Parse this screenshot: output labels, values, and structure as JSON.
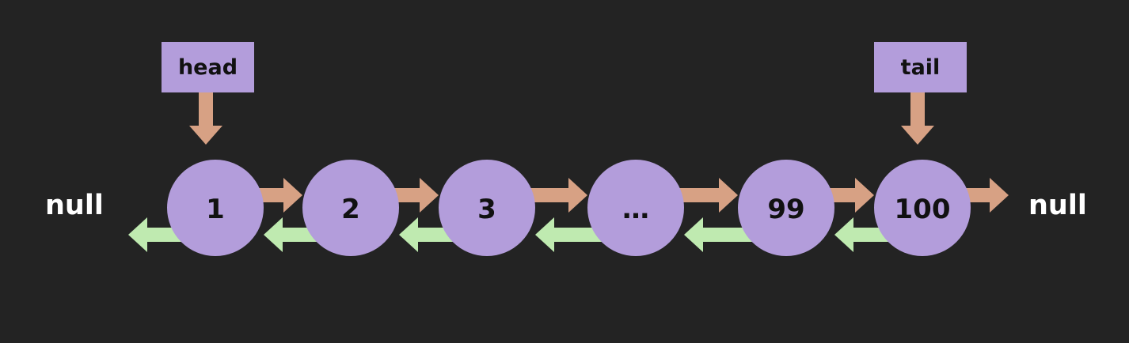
{
  "colors": {
    "background": "#232323",
    "node_fill": "#b39ddb",
    "next_arrow": "#d7a184",
    "prev_arrow": "#bfeab0",
    "text_light": "#ffffff",
    "text_dark": "#111111"
  },
  "pointers": {
    "head": {
      "label": "head",
      "target_node": 0
    },
    "tail": {
      "label": "tail",
      "target_node": 5
    }
  },
  "nodes": [
    "1",
    "2",
    "3",
    "…",
    "99",
    "100"
  ],
  "null_left": "null",
  "null_right": "null"
}
